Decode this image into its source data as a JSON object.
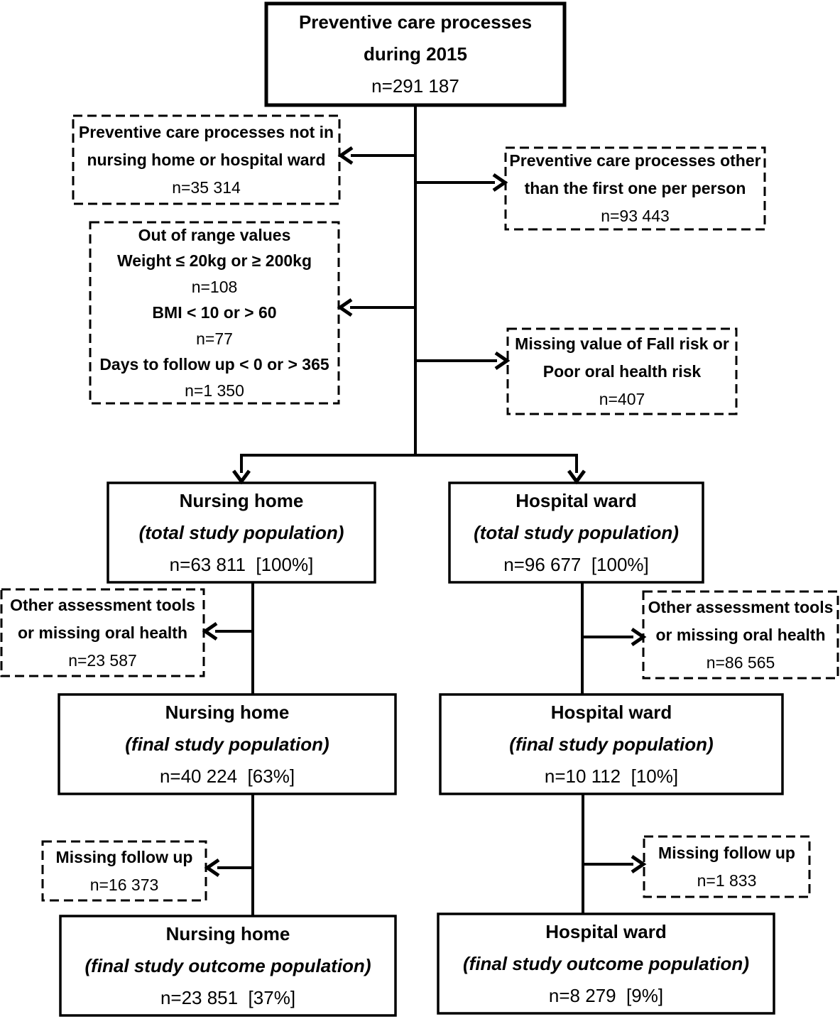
{
  "figure": {
    "type": "flowchart",
    "description": "Study population flow diagram of preventive care processes during 2015"
  },
  "colors": {
    "background": "#ffffff",
    "line": "#000000",
    "text": "#000000"
  },
  "boxes": {
    "top": [
      "Preventive care processes",
      "during 2015",
      "n=291 187"
    ],
    "not_in_setting": [
      "Preventive care processes not in",
      "nursing home or hospital ward",
      "n=35 314"
    ],
    "other_than_first": [
      "Preventive care processes other",
      "than the first one per person",
      "n=93 443"
    ],
    "out_of_range": [
      "Out of range values",
      "Weight ≤ 20kg or ≥ 200kg",
      "n=108",
      "BMI < 10 or > 60",
      "n=77",
      "Days to follow up < 0 or > 365",
      "n=1 350"
    ],
    "missing_fall_oral": [
      "Missing value of Fall risk or",
      "Poor oral health risk",
      "n=407"
    ],
    "nh_total": [
      "Nursing home",
      "(total study population)",
      "n=63 811  [100%]"
    ],
    "hw_total": [
      "Hospital ward",
      "(total study population)",
      "n=96 677  [100%]"
    ],
    "other_tools_left": [
      "Other assessment tools",
      "or missing oral health",
      "n=23 587"
    ],
    "other_tools_right": [
      "Other assessment tools",
      "or missing oral health",
      "n=86 565"
    ],
    "nh_final": [
      "Nursing home",
      "(final study population)",
      "n=40 224  [63%]"
    ],
    "hw_final": [
      "Hospital ward",
      "(final study population)",
      "n=10 112  [10%]"
    ],
    "missing_fu_left": [
      "Missing follow up",
      "n=16 373"
    ],
    "missing_fu_right": [
      "Missing follow up",
      "n=1 833"
    ],
    "nh_outcome": [
      "Nursing home",
      "(final study outcome population)",
      "n=23 851  [37%]"
    ],
    "hw_outcome": [
      "Hospital ward",
      "(final study outcome population)",
      "n=8 279  [9%]"
    ]
  }
}
